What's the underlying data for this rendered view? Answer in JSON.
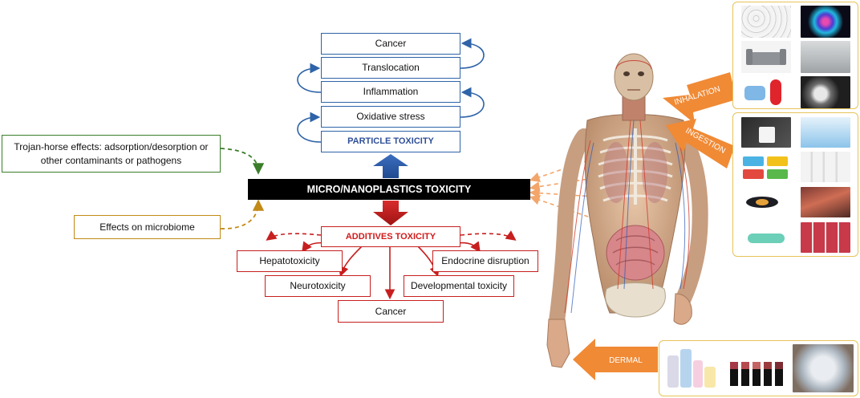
{
  "particle": {
    "boxes": [
      "Cancer",
      "Translocation",
      "Inflammation",
      "Oxidative stress"
    ],
    "title": "PARTICLE TOXICITY"
  },
  "main": {
    "label": "MICRO/NANOPLASTICS TOXICITY"
  },
  "side": {
    "trojan": "Trojan-horse effects: adsorption/desorption or other contaminants or pathogens",
    "microbiome": "Effects on microbiome"
  },
  "additives": {
    "title": "ADDITIVES TOXICITY",
    "effects": [
      "Hepatotoxicity",
      "Endocrine disruption",
      "Neurotoxicity",
      "Developmental toxicity",
      "Cancer"
    ]
  },
  "routes": {
    "inhalation": "INHALATION",
    "ingestion": "INGESTION",
    "dermal": "DERMAL"
  },
  "colors": {
    "particle": "#2e63a8",
    "additives": "#c71f1f",
    "trojan": "#3b7d2a",
    "microbiome": "#c28a16",
    "route_arrow": "#f08a35"
  }
}
